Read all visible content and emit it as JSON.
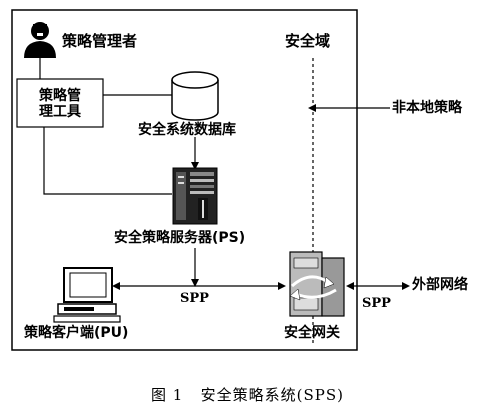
{
  "labels": {
    "policy_admin": "策略管理者",
    "security_domain": "安全域",
    "policy_tool": "策略管\n理工具",
    "database": "安全系统数据库",
    "non_local_policy": "非本地策略",
    "policy_server": "安全策略服务器(PS)",
    "external_network": "外部网络",
    "spp_inner": "SPP",
    "spp_outer": "SPP",
    "client": "策略客户端(PU)",
    "gateway": "安全网关"
  },
  "caption": {
    "figure_number": "图 1",
    "title": "安全策略系统(SPS)"
  },
  "icons": [
    "user-icon",
    "database-icon",
    "server-icon",
    "computer-icon",
    "gateway-icon"
  ]
}
